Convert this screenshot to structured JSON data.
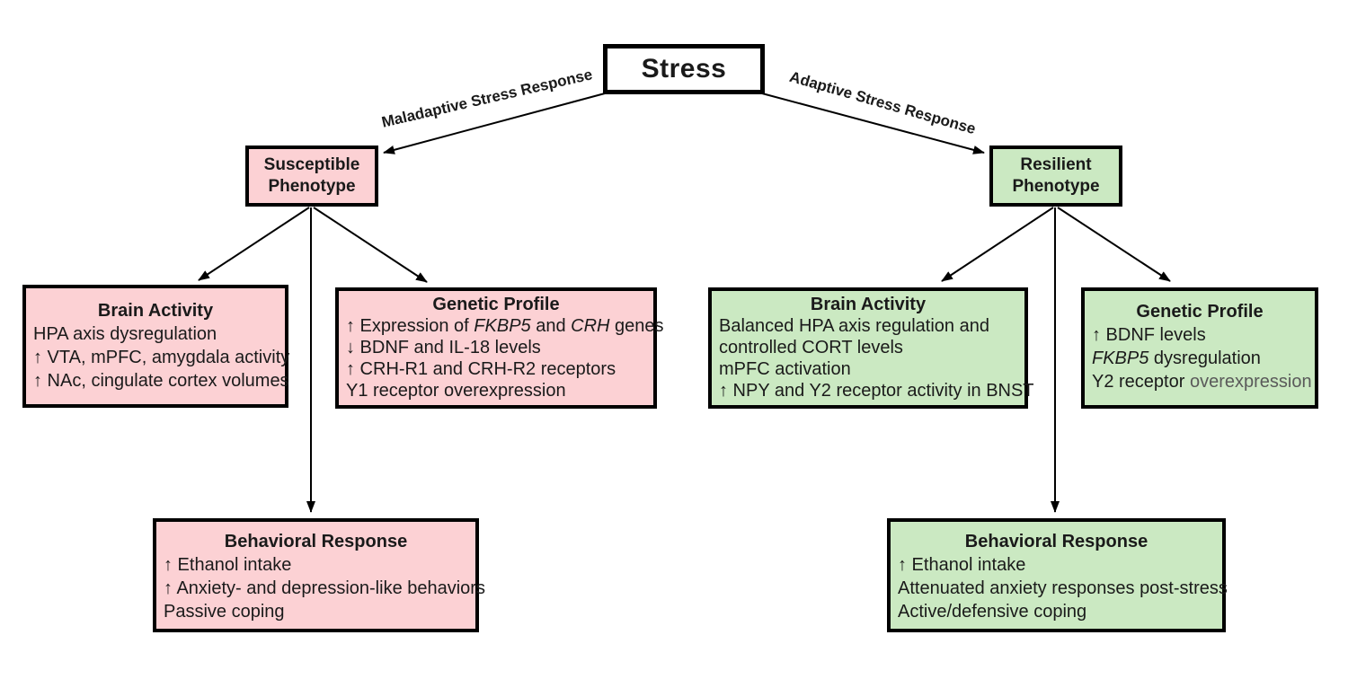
{
  "colors": {
    "background": "#ffffff",
    "susceptible_fill": "#fcd1d4",
    "resilient_fill": "#cbe9c2",
    "box_border": "#000000",
    "text": "#1a1a1a",
    "muted_text": "#5a5a5a"
  },
  "root": {
    "label": "Stress"
  },
  "edges": {
    "left_label": "Maladaptive Stress Response",
    "right_label": "Adaptive Stress Response"
  },
  "susceptible": {
    "phenotype": {
      "line1": "Susceptible",
      "line2": "Phenotype"
    },
    "brain": {
      "title": "Brain Activity",
      "lines": [
        "HPA axis dysregulation",
        "↑ VTA, mPFC, amygdala activity",
        "↑ NAc, cingulate cortex volumes"
      ]
    },
    "genetic": {
      "title": "Genetic Profile",
      "line1": {
        "pre": "↑ Expression of ",
        "gene1": "FKBP5",
        "mid": " and ",
        "gene2": "CRH",
        "post": " genes"
      },
      "line2": "↓ BDNF and IL-18 levels",
      "line3": "↑ CRH-R1 and CRH-R2 receptors",
      "line4": "Y1 receptor overexpression"
    },
    "behavior": {
      "title": "Behavioral Response",
      "lines": [
        "↑ Ethanol intake",
        "↑ Anxiety- and depression-like behaviors",
        "Passive coping"
      ]
    }
  },
  "resilient": {
    "phenotype": {
      "line1": "Resilient",
      "line2": "Phenotype"
    },
    "brain": {
      "title": "Brain Activity",
      "lines": [
        "Balanced HPA axis regulation and",
        "controlled CORT levels",
        "mPFC activation",
        "↑ NPY and Y2 receptor activity in BNST"
      ]
    },
    "genetic": {
      "title": "Genetic Profile",
      "line1": "↑ BDNF levels",
      "line2": {
        "gene": "FKBP5",
        "post": " dysregulation"
      },
      "line3": {
        "pre": "Y2 receptor ",
        "muted": "overexpression"
      }
    },
    "behavior": {
      "title": "Behavioral Response",
      "lines": [
        "↑ Ethanol intake",
        "Attenuated anxiety responses post-stress",
        "Active/defensive coping"
      ]
    }
  }
}
